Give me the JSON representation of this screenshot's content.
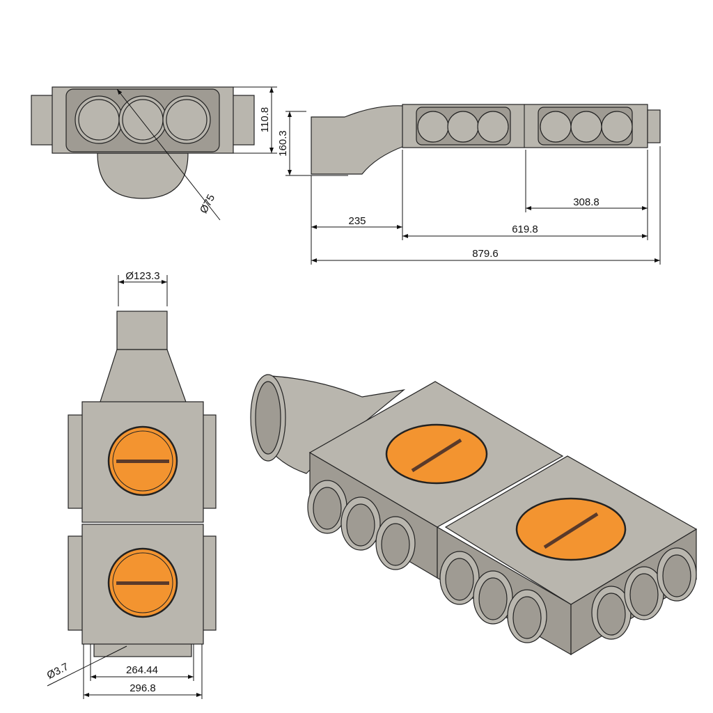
{
  "colors": {
    "body": "#b9b6ae",
    "damper": "#f39430",
    "outline": "#222222"
  },
  "dimensions": {
    "top_view": {
      "height": "110.8",
      "height_total": "160.3",
      "port_diameter": "Ø75"
    },
    "side_view": {
      "inlet_length": "235",
      "module_length": "619.8",
      "single_module": "308.8",
      "total_length": "879.6"
    },
    "front_view": {
      "inlet_diameter": "Ø123.3",
      "hole_diameter": "Ø3.7",
      "hole_spacing": "264.44",
      "width": "296.8"
    }
  }
}
